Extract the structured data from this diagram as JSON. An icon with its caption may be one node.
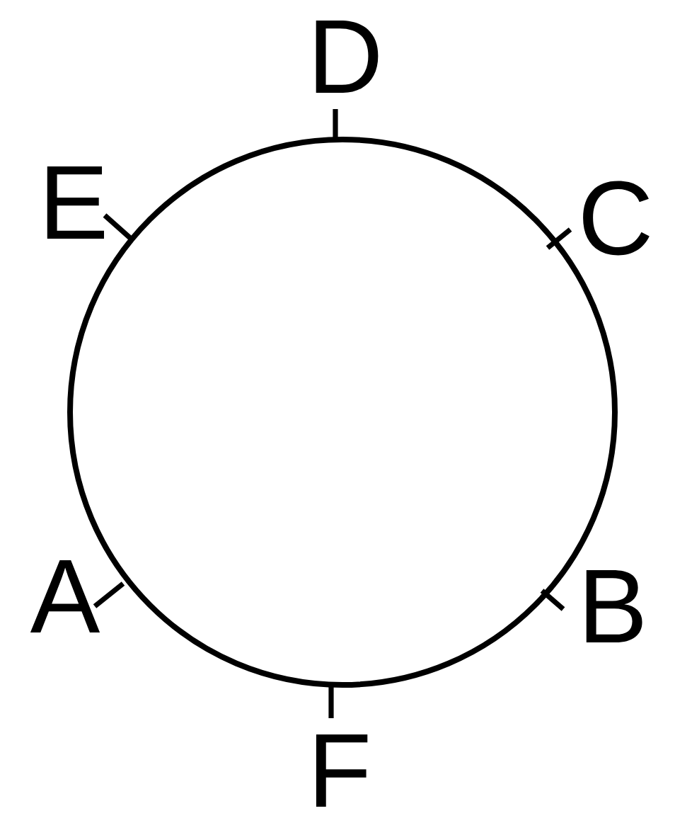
{
  "diagram": {
    "labels": [
      "D",
      "E",
      "C",
      "A",
      "B",
      "F"
    ]
  }
}
